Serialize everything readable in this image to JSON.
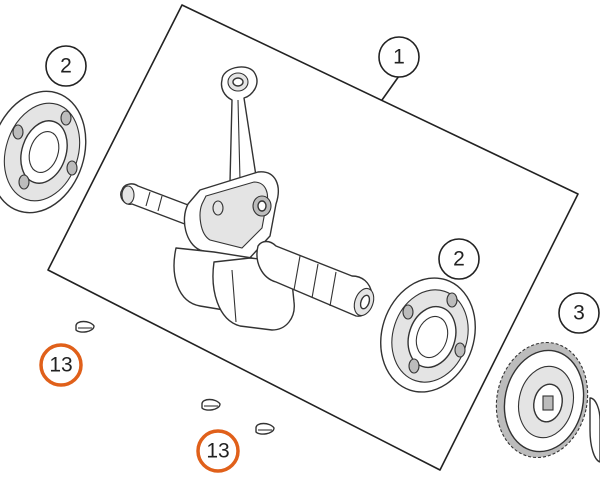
{
  "callouts": [
    {
      "id": "callout-1",
      "label": "1",
      "highlighted": false
    },
    {
      "id": "callout-2-left",
      "label": "2",
      "highlighted": false
    },
    {
      "id": "callout-2-right",
      "label": "2",
      "highlighted": false
    },
    {
      "id": "callout-3",
      "label": "3",
      "highlighted": false
    },
    {
      "id": "callout-13-left",
      "label": "13",
      "highlighted": true
    },
    {
      "id": "callout-13-bottom",
      "label": "13",
      "highlighted": true
    }
  ],
  "colors": {
    "highlight_ring": "#e0601a",
    "line": "#222222",
    "callout_ring": "#222222"
  }
}
